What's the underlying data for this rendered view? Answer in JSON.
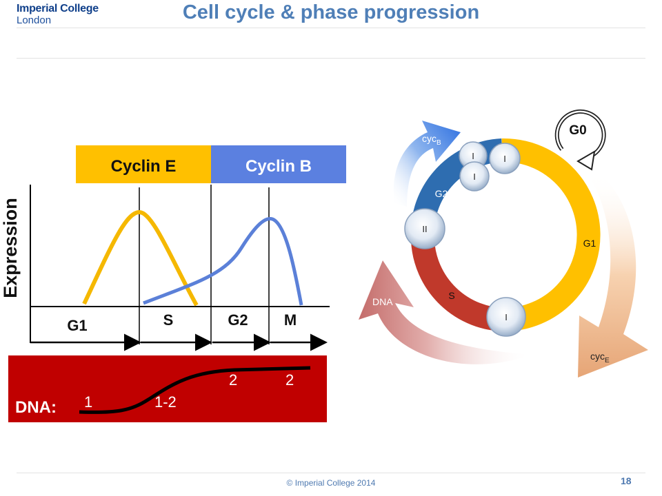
{
  "header": {
    "logo_line1": "Imperial College",
    "logo_line2": "London",
    "title": "Cell cycle & phase progression"
  },
  "left_panel": {
    "cyclin_bars": [
      {
        "label": "Cyclin E",
        "color": "#ffc000"
      },
      {
        "label": "Cyclin B",
        "color": "#5b80e0"
      }
    ],
    "y_axis_label": "Expression",
    "phases": [
      "G1",
      "S",
      "G2",
      "M"
    ],
    "dna_box": {
      "prefix": "DNA:",
      "labels": [
        "1",
        "1-2",
        "2",
        "2"
      ],
      "color": "#c00000"
    },
    "curve_colors": {
      "cyclin_e": "#f5b800",
      "cyclin_b": "#5b80d8"
    }
  },
  "right_panel": {
    "arc_labels": {
      "g2": "G2",
      "s": "S",
      "g1": "G1"
    },
    "g0_label": "G0",
    "cycb_label": "cyc",
    "cycb_sub": "B",
    "cyce_label": "cyc",
    "cyce_sub": "E",
    "dna_arrow_label": "DNA",
    "nodes": [
      "I",
      "I",
      "I",
      "II",
      "I"
    ],
    "colors": {
      "g1": "#ffc000",
      "s": "#c0392b",
      "g2": "#2e6db0"
    }
  },
  "footer": {
    "copyright": "© Imperial College 2014",
    "page_number": "18"
  }
}
